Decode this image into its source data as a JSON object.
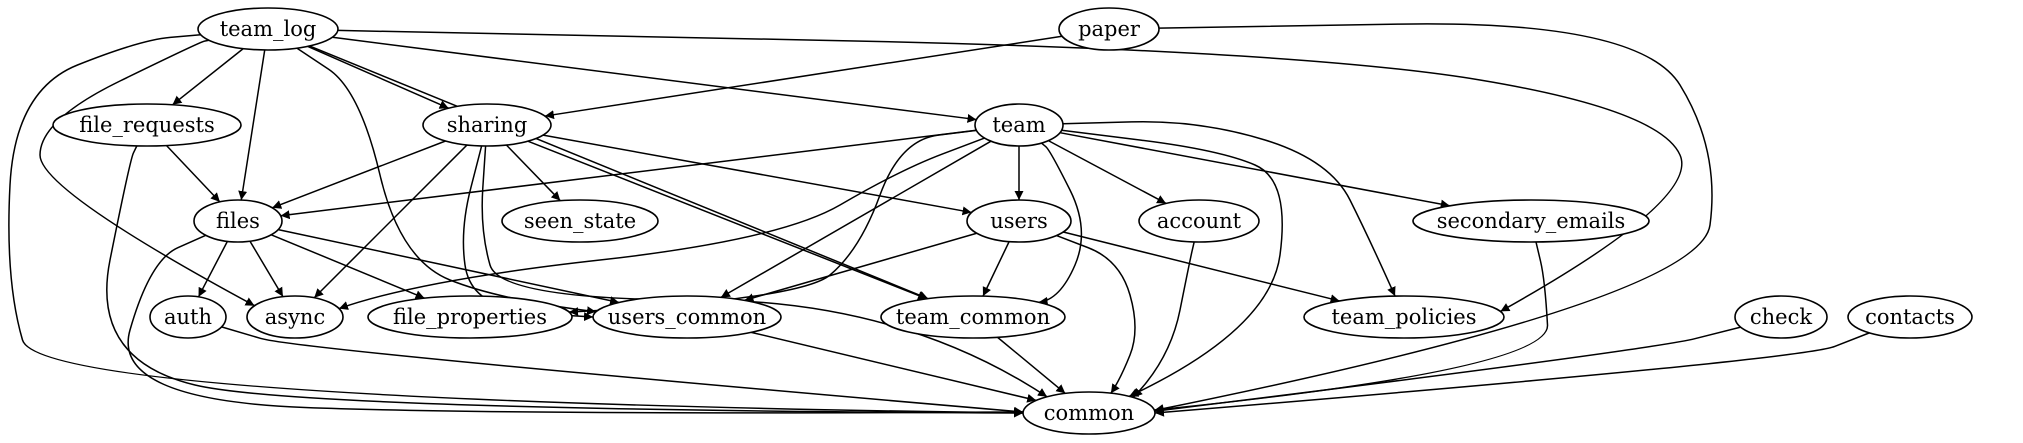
{
  "diagram": {
    "type": "directed-graph",
    "nodes": [
      {
        "id": "team_log",
        "label": "team_log"
      },
      {
        "id": "paper",
        "label": "paper"
      },
      {
        "id": "file_requests",
        "label": "file_requests"
      },
      {
        "id": "sharing",
        "label": "sharing"
      },
      {
        "id": "team",
        "label": "team"
      },
      {
        "id": "files",
        "label": "files"
      },
      {
        "id": "seen_state",
        "label": "seen_state"
      },
      {
        "id": "users",
        "label": "users"
      },
      {
        "id": "account",
        "label": "account"
      },
      {
        "id": "secondary_emails",
        "label": "secondary_emails"
      },
      {
        "id": "auth",
        "label": "auth"
      },
      {
        "id": "async",
        "label": "async"
      },
      {
        "id": "file_properties",
        "label": "file_properties"
      },
      {
        "id": "users_common",
        "label": "users_common"
      },
      {
        "id": "team_common",
        "label": "team_common"
      },
      {
        "id": "team_policies",
        "label": "team_policies"
      },
      {
        "id": "check",
        "label": "check"
      },
      {
        "id": "contacts",
        "label": "contacts"
      },
      {
        "id": "common",
        "label": "common"
      }
    ],
    "edges": [
      [
        "team_log",
        "file_requests"
      ],
      [
        "team_log",
        "files"
      ],
      [
        "team_log",
        "sharing"
      ],
      [
        "team_log",
        "team"
      ],
      [
        "team_log",
        "async"
      ],
      [
        "team_log",
        "common"
      ],
      [
        "team_log",
        "users_common"
      ],
      [
        "team_log",
        "team_common"
      ],
      [
        "team_log",
        "team_policies"
      ],
      [
        "paper",
        "sharing"
      ],
      [
        "paper",
        "common"
      ],
      [
        "file_requests",
        "files"
      ],
      [
        "file_requests",
        "common"
      ],
      [
        "sharing",
        "files"
      ],
      [
        "sharing",
        "seen_state"
      ],
      [
        "sharing",
        "users"
      ],
      [
        "sharing",
        "async"
      ],
      [
        "sharing",
        "users_common"
      ],
      [
        "sharing",
        "team_common"
      ],
      [
        "sharing",
        "common"
      ],
      [
        "team",
        "files"
      ],
      [
        "team",
        "users"
      ],
      [
        "team",
        "account"
      ],
      [
        "team",
        "secondary_emails"
      ],
      [
        "team",
        "async"
      ],
      [
        "team",
        "file_properties"
      ],
      [
        "team",
        "users_common"
      ],
      [
        "team",
        "team_common"
      ],
      [
        "team",
        "team_policies"
      ],
      [
        "team",
        "common"
      ],
      [
        "files",
        "auth"
      ],
      [
        "files",
        "async"
      ],
      [
        "files",
        "file_properties"
      ],
      [
        "files",
        "users_common"
      ],
      [
        "files",
        "common"
      ],
      [
        "users",
        "users_common"
      ],
      [
        "users",
        "team_common"
      ],
      [
        "users",
        "team_policies"
      ],
      [
        "users",
        "common"
      ],
      [
        "account",
        "common"
      ],
      [
        "secondary_emails",
        "common"
      ],
      [
        "auth",
        "common"
      ],
      [
        "users_common",
        "common"
      ],
      [
        "team_common",
        "common"
      ],
      [
        "check",
        "common"
      ],
      [
        "contacts",
        "common"
      ]
    ]
  }
}
